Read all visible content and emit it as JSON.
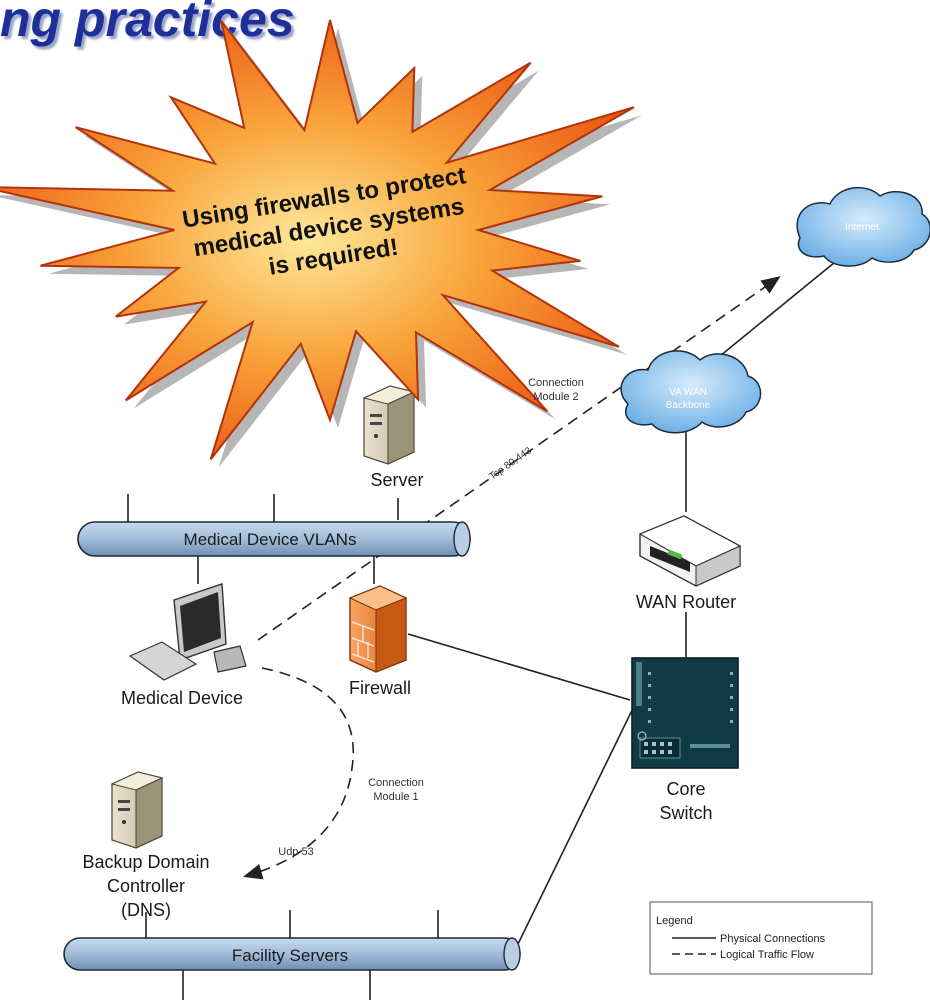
{
  "slide": {
    "title": "ng practices"
  },
  "callout": {
    "lines": [
      "Using firewalls to protect",
      "medical device systems",
      "is required!"
    ],
    "fill_outer": "#e8490c",
    "fill_inner": "#fcd97c",
    "text_color": "#1a1a1a"
  },
  "colors": {
    "bus_fill": "#9db8d6",
    "bus_stroke": "#1d2a3a",
    "cloud_fill": "#8ec3ee",
    "firewall": "#f08a3c",
    "switch": "#123a44"
  },
  "nodes": {
    "internet": "Internet",
    "wan_backbone": [
      "VA WAN",
      "Backbone"
    ],
    "server": "Server",
    "medical_vlans": "Medical Device VLANs",
    "wan_router": "WAN Router",
    "medical_device": "Medical Device",
    "firewall": "Firewall",
    "core_switch": [
      "Core",
      "Switch"
    ],
    "backup_dc": [
      "Backup Domain",
      "Controller",
      "(DNS)"
    ],
    "facility_servers": "Facility Servers"
  },
  "flows": {
    "module2": [
      "Connection",
      "Module 2"
    ],
    "tcp": "Tcp 80,443",
    "module1": [
      "Connection",
      "Module 1"
    ],
    "udp": "Udp 53"
  },
  "legend": {
    "title": "Legend",
    "physical": "Physical Connections",
    "logical": "Logical Traffic Flow"
  }
}
